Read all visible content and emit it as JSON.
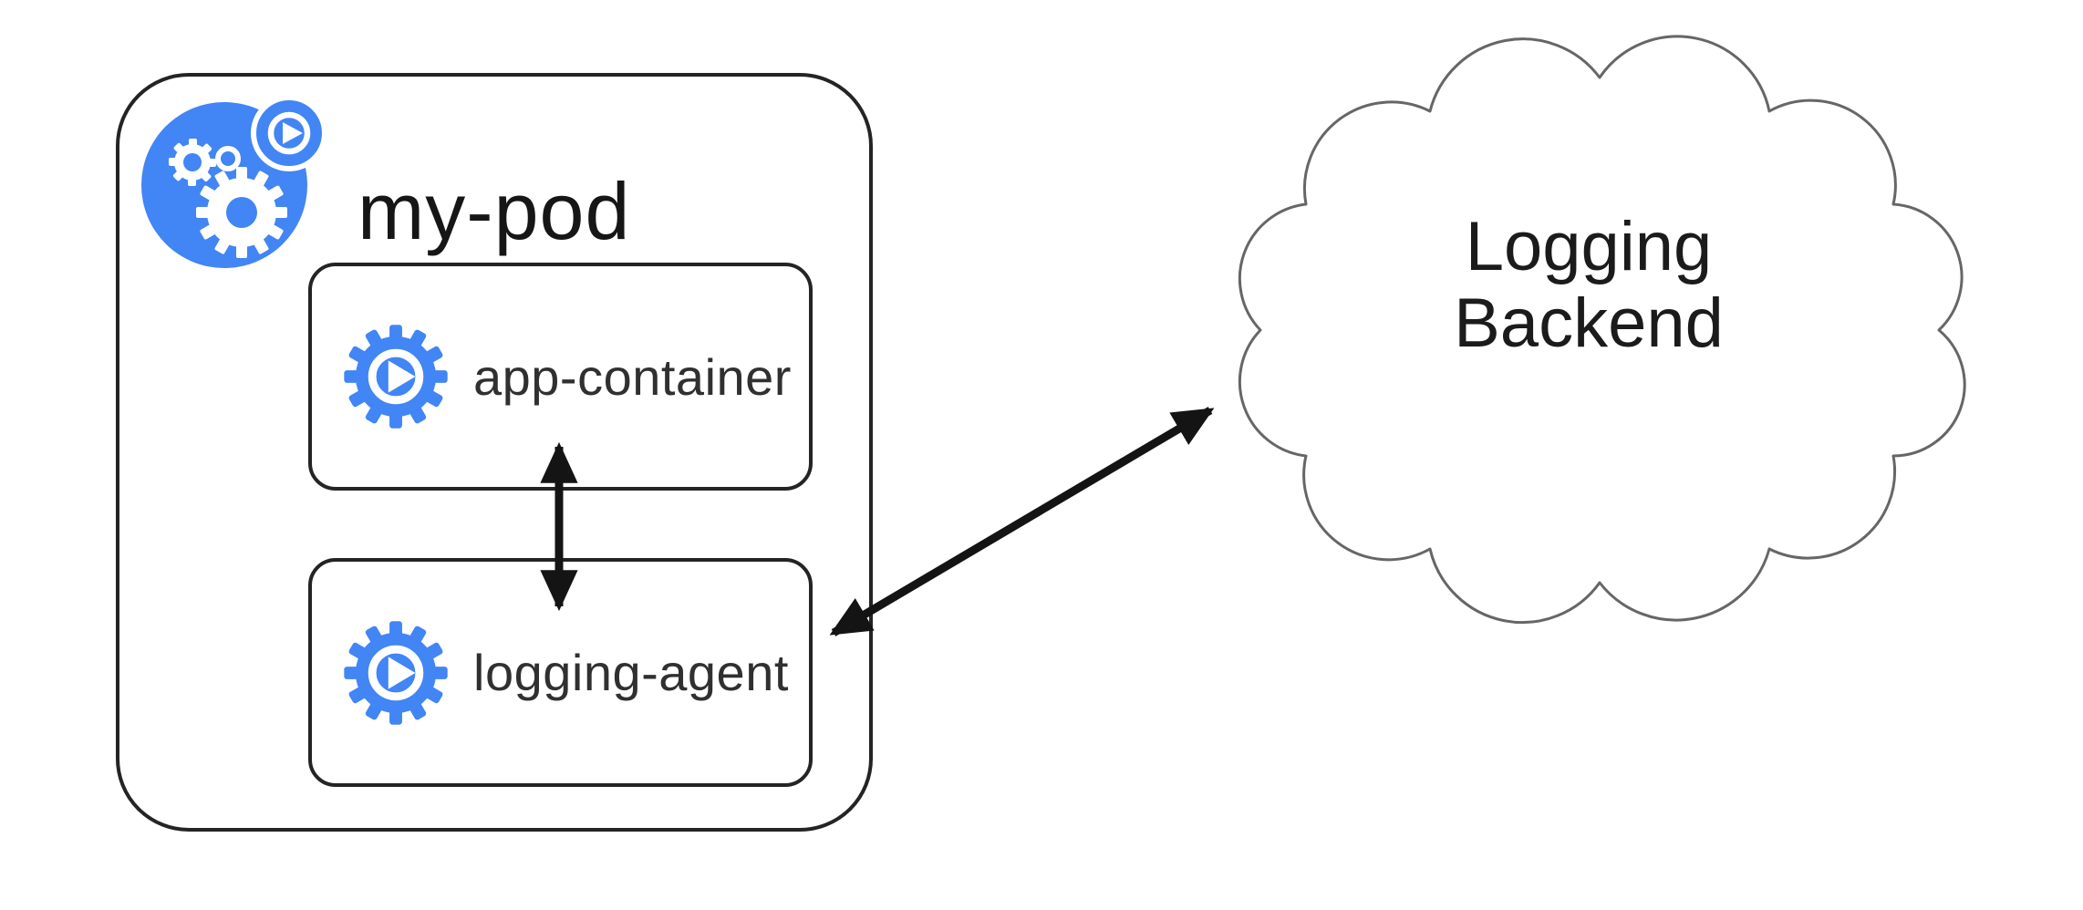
{
  "diagram": {
    "title_hint": "Kubernetes sidecar logging pattern diagram",
    "pod": {
      "title": "my-pod",
      "containers": [
        {
          "label": "app-container"
        },
        {
          "label": "logging-agent"
        }
      ]
    },
    "cloud": {
      "label": "Logging\nBackend"
    },
    "arrows": [
      {
        "name": "app-to-logging-agent",
        "type": "bidirectional"
      },
      {
        "name": "logging-agent-to-backend",
        "type": "bidirectional"
      }
    ],
    "colors": {
      "accent_blue": "#4285F4",
      "box_border": "#242424",
      "arrow": "#141414",
      "cloud_outline": "#666666",
      "pod_title_text": "#161616",
      "container_label_text": "#303030",
      "cloud_label_text": "#1b1b1b",
      "background": "#ffffff"
    },
    "icons": [
      "pod-icon",
      "container-gear-icon"
    ]
  }
}
